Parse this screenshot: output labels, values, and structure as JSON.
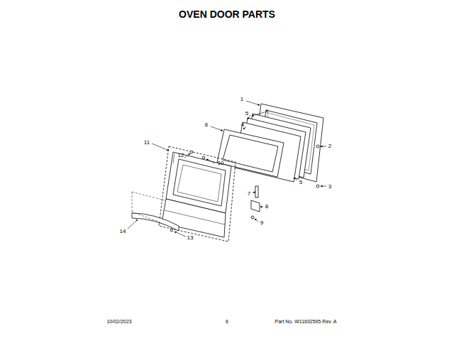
{
  "diagram": {
    "title": "OVEN DOOR PARTS",
    "labels": [
      "1",
      "4",
      "5",
      "6",
      "4",
      "2",
      "11",
      "12",
      "10",
      "5",
      "3",
      "7",
      "8",
      "9",
      "14",
      "13",
      "10/02/2023",
      "6",
      "Part No. W11692595 Rev. A"
    ]
  }
}
